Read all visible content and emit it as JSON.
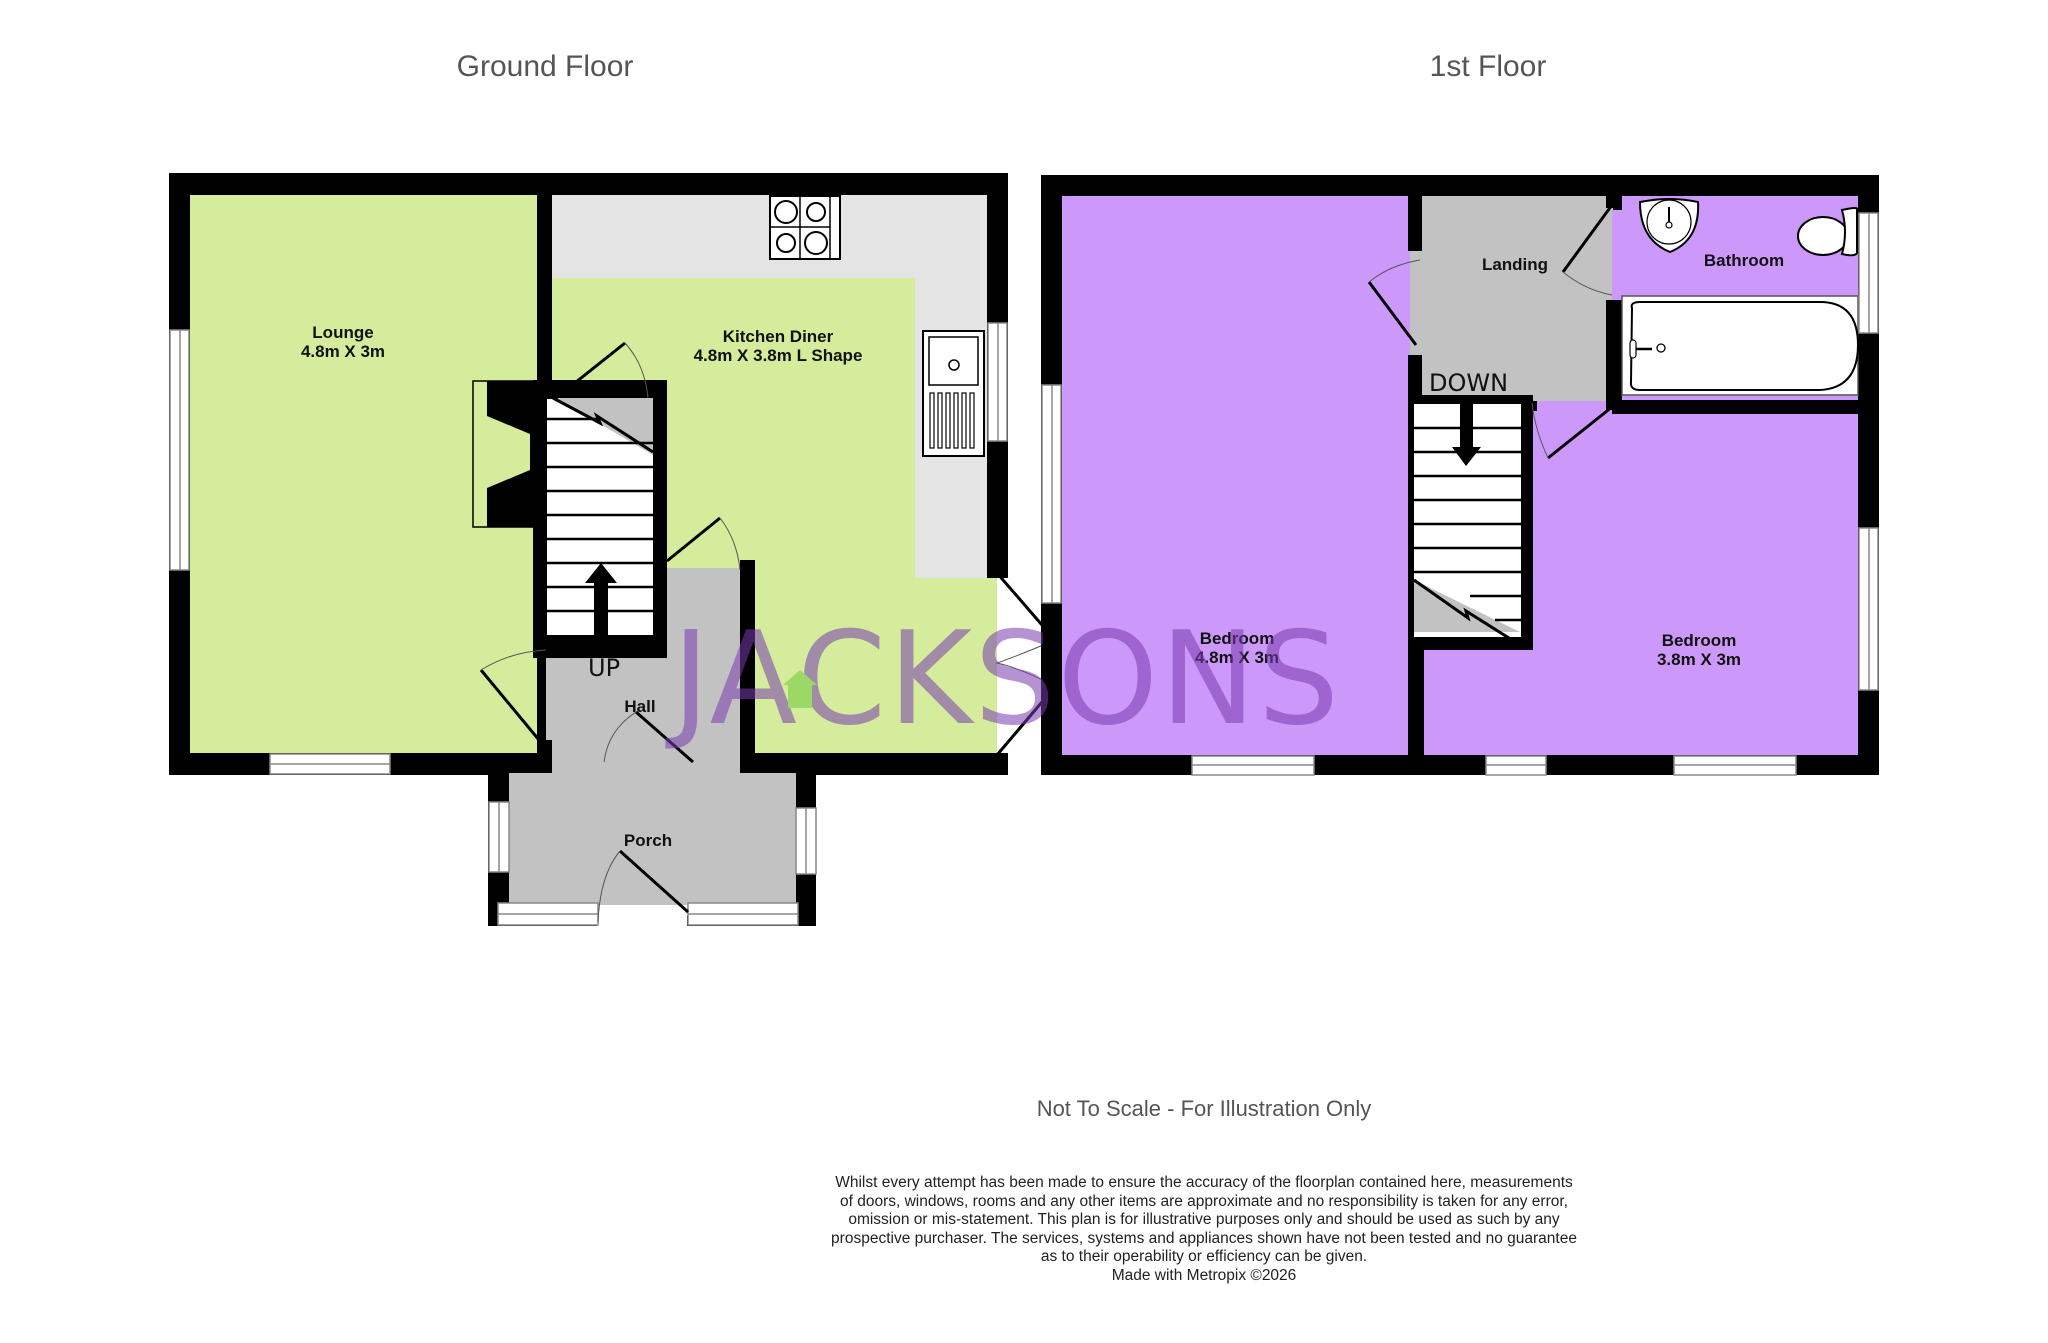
{
  "titles": {
    "ground_floor": "Ground Floor",
    "first_floor": "1st Floor"
  },
  "ground_floor": {
    "rooms": [
      {
        "name": "Lounge",
        "dimensions": "4.8m X 3m"
      },
      {
        "name": "Kitchen Diner",
        "dimensions": "4.8m X 3.8m L Shape"
      },
      {
        "name": "Hall",
        "dimensions": ""
      },
      {
        "name": "Porch",
        "dimensions": ""
      }
    ],
    "stairs_label": "UP"
  },
  "first_floor": {
    "rooms": [
      {
        "name": "Bedroom",
        "dimensions": "4.8m X 3m"
      },
      {
        "name": "Landing",
        "dimensions": ""
      },
      {
        "name": "Bathroom",
        "dimensions": ""
      },
      {
        "name": "Bedroom",
        "dimensions": "3.8m X 3m"
      }
    ],
    "stairs_label": "DOWN"
  },
  "watermark": {
    "text": "JACKSONS",
    "brand_color": "#8f5cc4",
    "house_icon_color": "#8cd25a"
  },
  "colors": {
    "ground_room_fill": "#d5ec9c",
    "first_room_fill": "#cc99fb",
    "circulation_fill": "#c2c2c2",
    "counter_fill": "#e4e4e4",
    "wall": "#000000"
  },
  "footer": {
    "scale_note": "Not To Scale - For Illustration Only",
    "disclaimer_lines": [
      "Whilst every attempt has been made to ensure the accuracy of the floorplan contained here, measurements",
      "of doors, windows, rooms and any other items are approximate and no responsibility is taken for any error,",
      "omission or mis-statement. This plan is for illustrative purposes only and should be used as such by any",
      "prospective purchaser. The services, systems and appliances shown have not been tested and no guarantee",
      "as to their operability or efficiency can be given.",
      "Made with Metropix ©2026"
    ]
  }
}
